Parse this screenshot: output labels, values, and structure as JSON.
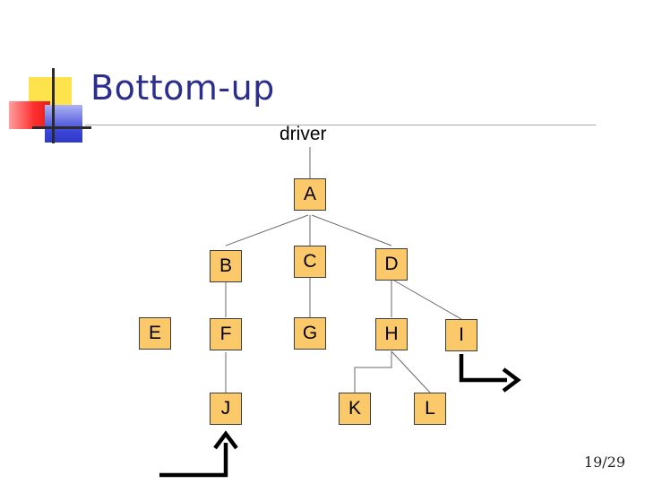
{
  "slide": {
    "title": "Bottom-up",
    "driver_label": "driver",
    "page_number": "19/29"
  },
  "nodes": {
    "A": "A",
    "B": "B",
    "C": "C",
    "D": "D",
    "E": "E",
    "F": "F",
    "G": "G",
    "H": "H",
    "I": "I",
    "J": "J",
    "K": "K",
    "L": "L"
  },
  "colors": {
    "title": "#2b2e8c",
    "node_fill": "#fbc86a",
    "deco_yellow": "#ffe34d",
    "deco_red": "#ff3c3c",
    "deco_blue": "#3b46d8",
    "rule": "#a9a9a9"
  }
}
